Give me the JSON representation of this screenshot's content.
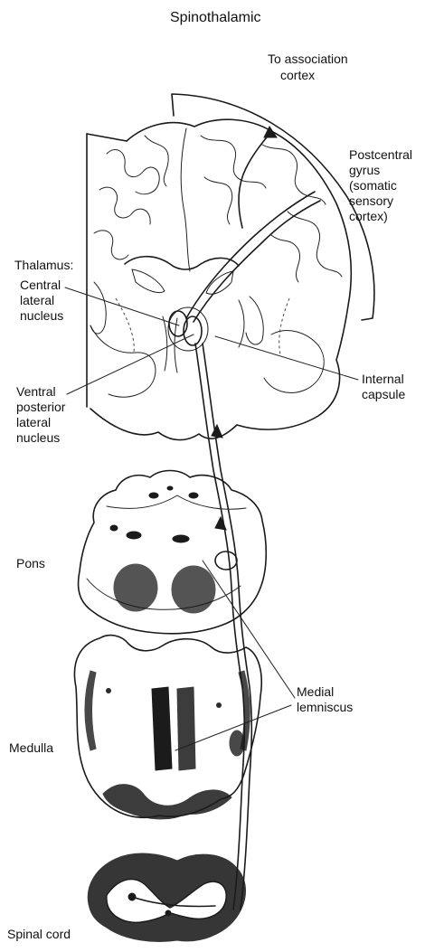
{
  "title": "Spinothalamic",
  "labels": {
    "association_line1": "To association",
    "association_line2": "cortex",
    "postcentral_line1": "Postcentral",
    "postcentral_line2": "gyrus",
    "postcentral_line3": "(somatic",
    "postcentral_line4": "sensory",
    "postcentral_line5": "cortex)",
    "thalamus": "Thalamus:",
    "central_line1": "Central",
    "central_line2": "lateral",
    "central_line3": "nucleus",
    "ventral_line1": "Ventral",
    "ventral_line2": "posterior",
    "ventral_line3": "lateral",
    "ventral_line4": "nucleus",
    "internal_line1": "Internal",
    "internal_line2": "capsule",
    "pons": "Pons",
    "medial_line1": "Medial",
    "medial_line2": "lemniscus",
    "medulla": "Medulla",
    "spinal_cord": "Spinal cord"
  }
}
